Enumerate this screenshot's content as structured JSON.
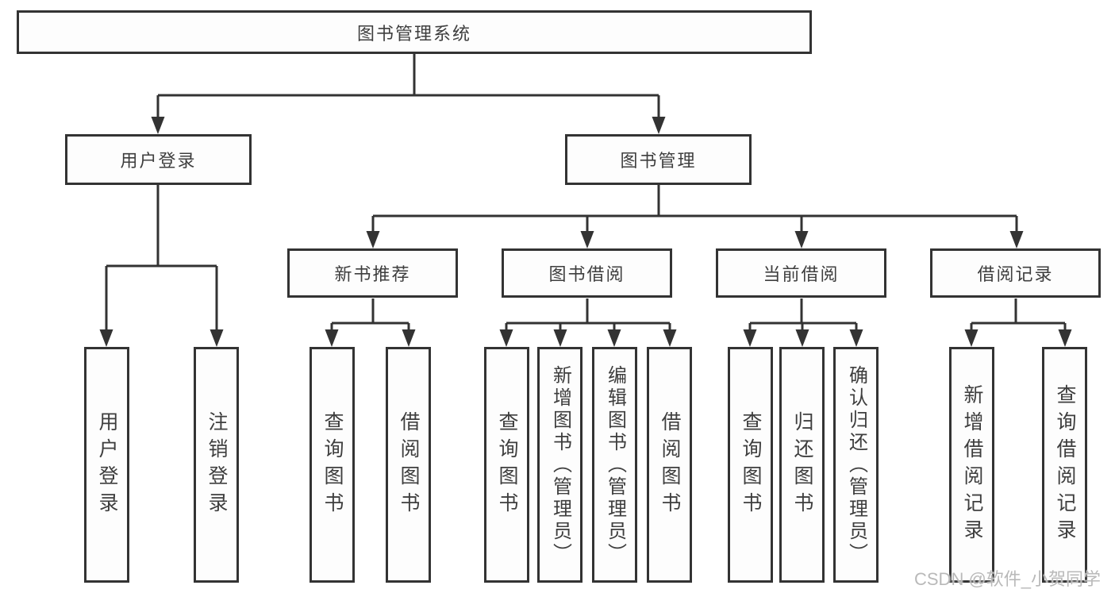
{
  "colors": {
    "line": "#333333",
    "box_border": "#333333",
    "box_background": "#fdfdfd",
    "text": "#3e3e3e",
    "watermark": "#b9b9b9"
  },
  "watermark": "CSDN @软件_小贺同学",
  "tree": {
    "root": "图书管理系统",
    "branches": [
      {
        "label": "用户登录",
        "children": [
          "用户登录",
          "注销登录"
        ]
      },
      {
        "label": "图书管理",
        "groups": [
          {
            "label": "新书推荐",
            "children": [
              "查询图书",
              "借阅图书"
            ]
          },
          {
            "label": "图书借阅",
            "children": [
              "查询图书",
              "新增图书（管理员）",
              "编辑图书（管理员）",
              "借阅图书"
            ]
          },
          {
            "label": "当前借阅",
            "children": [
              "查询图书",
              "归还图书",
              "确认归还（管理员）"
            ]
          },
          {
            "label": "借阅记录",
            "children": [
              "新增借阅记录",
              "查询借阅记录"
            ]
          }
        ]
      }
    ]
  }
}
